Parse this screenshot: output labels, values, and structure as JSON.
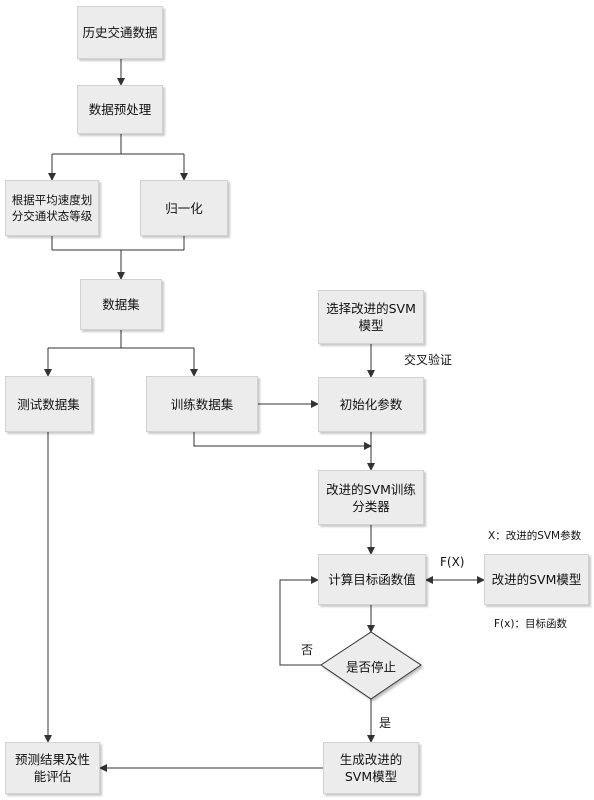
{
  "nodes": {
    "history": "历史交通数据",
    "preprocess": "数据预处理",
    "classify": "根据平均速度划\n分交通状态等级",
    "normalize": "归一化",
    "dataset": "数据集",
    "select_model": "选择改进的SVM\n模型",
    "test_set": "测试数据集",
    "train_set": "训练数据集",
    "init_params": "初始化参数",
    "train_classifier": "改进的SVM训练\n分类器",
    "compute_obj": "计算目标函数值",
    "improved_model": "改进的SVM模型",
    "stop_check": "是否停止",
    "generate_model": "生成改进的\nSVM模型",
    "evaluate": "预测结果及性\n能评估"
  },
  "labels": {
    "cross_validation": "交叉验证",
    "x_def": "X：改进的SVM参数",
    "fx_arrow": "F(X)",
    "fx_def": "F(x)：目标函数",
    "no": "否",
    "yes": "是"
  }
}
